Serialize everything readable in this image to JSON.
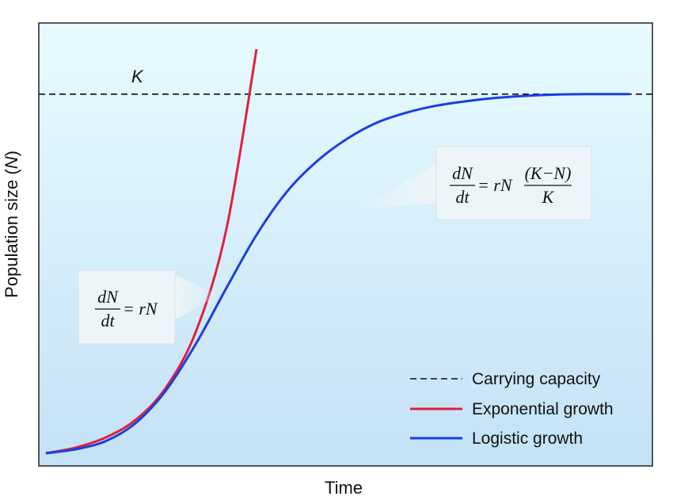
{
  "chart_data": {
    "type": "line",
    "xlabel": "Time",
    "ylabel_text": "Population size (",
    "ylabel_var": "N",
    "ylabel_close": ")",
    "k_label": "K",
    "grid": false,
    "legend_position": "bottom-right",
    "x": [
      0,
      0.05,
      0.1,
      0.15,
      0.2,
      0.25,
      0.3,
      0.35,
      0.4,
      0.45,
      0.5,
      0.55,
      0.6,
      0.65,
      0.7,
      0.75,
      0.8,
      0.85,
      0.9,
      0.95,
      1.0
    ],
    "xlim": [
      0,
      1
    ],
    "ylim": [
      0,
      1
    ],
    "carrying_capacity": 0.88,
    "series": [
      {
        "name": "Exponential growth",
        "color": "#e0203c",
        "x": [
          0,
          0.05,
          0.1,
          0.15,
          0.2,
          0.25,
          0.3,
          0.35,
          0.38
        ],
        "values": [
          0.0,
          0.014,
          0.039,
          0.083,
          0.162,
          0.301,
          0.55,
          0.99,
          0.99
        ]
      },
      {
        "name": "Logistic growth",
        "color": "#1a3fe0",
        "x": [
          0,
          0.05,
          0.1,
          0.15,
          0.2,
          0.25,
          0.3,
          0.35,
          0.4,
          0.45,
          0.5,
          0.55,
          0.6,
          0.65,
          0.7,
          0.75,
          0.8,
          0.85,
          0.9,
          0.95,
          0.97
        ],
        "values": [
          0.0,
          0.01,
          0.03,
          0.075,
          0.155,
          0.27,
          0.405,
          0.535,
          0.64,
          0.715,
          0.77,
          0.81,
          0.835,
          0.852,
          0.863,
          0.871,
          0.876,
          0.879,
          0.88,
          0.88,
          0.88
        ]
      }
    ],
    "legend": [
      {
        "label": "Carrying capacity",
        "style": "dashed",
        "color": "#111111"
      },
      {
        "label": "Exponential growth",
        "style": "solid",
        "color": "#e0203c"
      },
      {
        "label": "Logistic growth",
        "style": "solid",
        "color": "#1a3fe0"
      }
    ],
    "annotations": {
      "exponential_eq": {
        "num": "dN",
        "den": "dt",
        "rhs": "= rN"
      },
      "logistic_eq": {
        "num": "dN",
        "den": "dt",
        "rhs_a": "= rN",
        "paren_num": "(K−N)",
        "paren_den": "K"
      }
    },
    "colors": {
      "background_top": "#e8fbff",
      "background_bottom": "#c4e1f6",
      "box": "#eef5f8"
    }
  }
}
